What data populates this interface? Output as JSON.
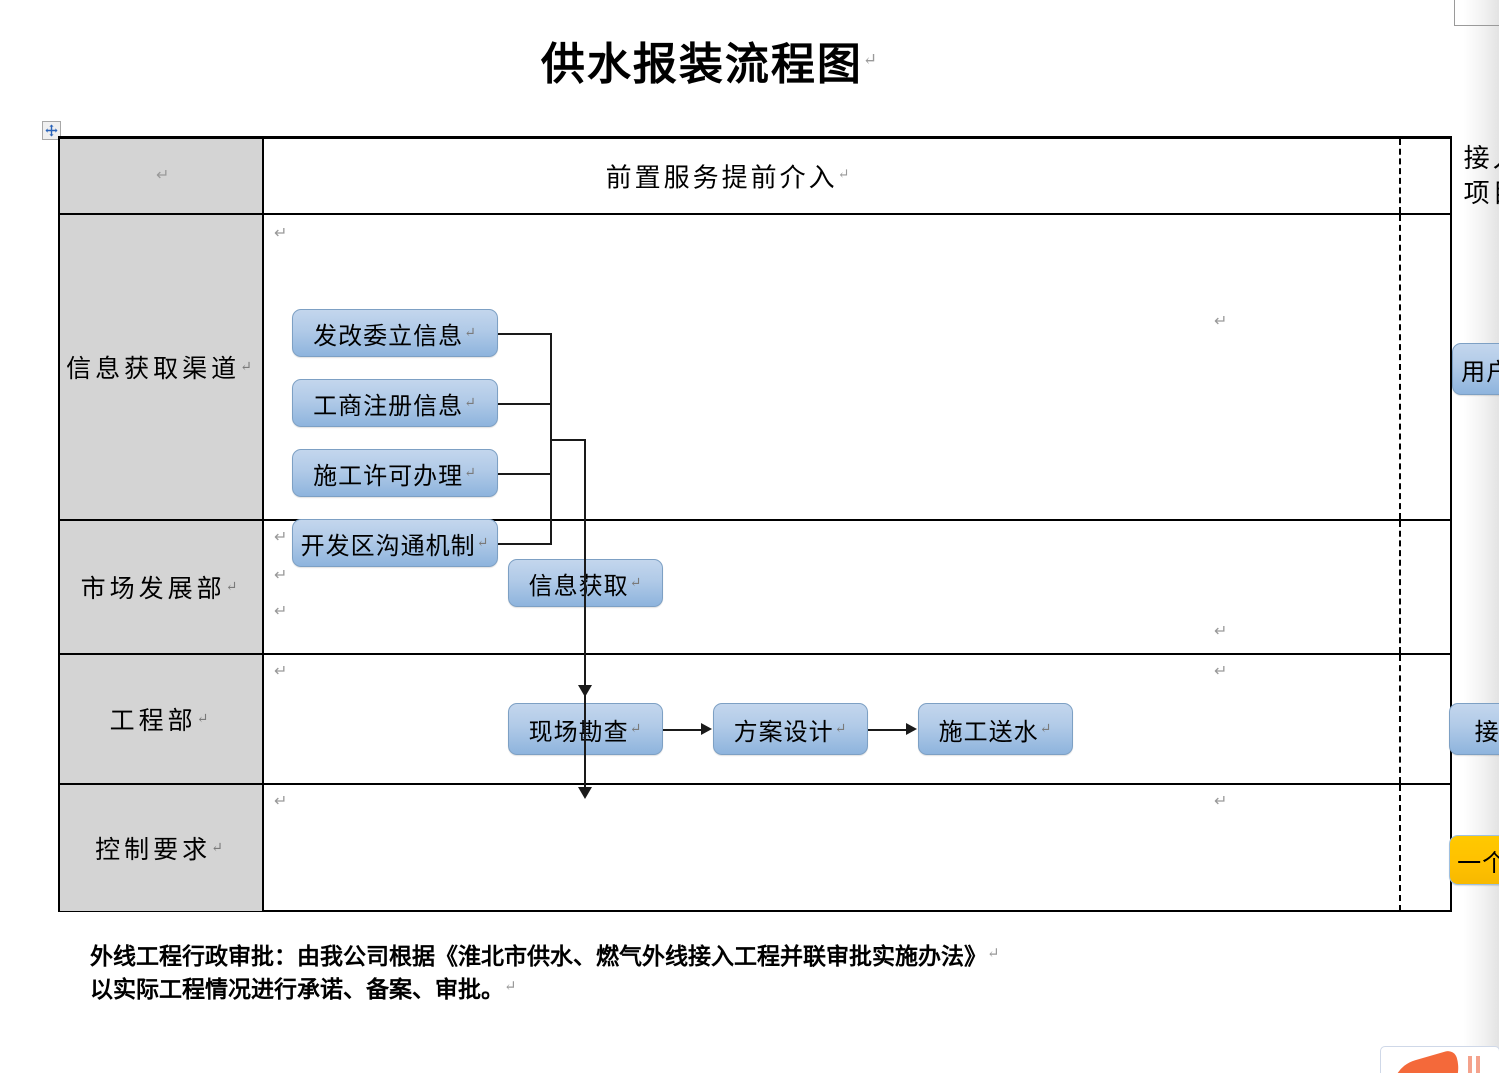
{
  "document": {
    "title": "供水报装流程图",
    "pilcrow": "↵"
  },
  "table": {
    "header": {
      "row_label": "",
      "center_title": "前置服务提前介入",
      "right_title_line1": "接入挂表",
      "right_title_line2": "项目申请"
    },
    "rows": [
      {
        "label": "信息获取渠道"
      },
      {
        "label": "市场发展部"
      },
      {
        "label": "工程部"
      },
      {
        "label": "控制要求"
      }
    ]
  },
  "nodes": {
    "source_channels": [
      {
        "label": "发改委立信息"
      },
      {
        "label": "工商注册信息"
      },
      {
        "label": "施工许可办理"
      },
      {
        "label": "开发区沟通机制"
      }
    ],
    "info_acquire": {
      "label": "信息获取"
    },
    "engineering": [
      {
        "label": "现场勘查"
      },
      {
        "label": "方案设计"
      },
      {
        "label": "施工送水"
      }
    ],
    "user_application": {
      "label": "用户提出报装申请"
    },
    "access_meter": {
      "label": "接入挂表"
    },
    "control_duration": {
      "label": "一个工作日"
    }
  },
  "footnote": {
    "line1": "外线工程行政审批：由我公司根据《淮北市供水、燃气外线接入工程并联审批实施办法》",
    "line2": "以实际工程情况进行承诺、备案、审批。"
  },
  "colors": {
    "node_blue_light": "#c3d6ed",
    "node_blue_dark": "#8eb4dd",
    "node_border": "#7da0c4",
    "amber": "#ffc000",
    "row_head_bg": "#d4d4d4",
    "table_border": "#000000",
    "connector": "#1a1a1a"
  }
}
